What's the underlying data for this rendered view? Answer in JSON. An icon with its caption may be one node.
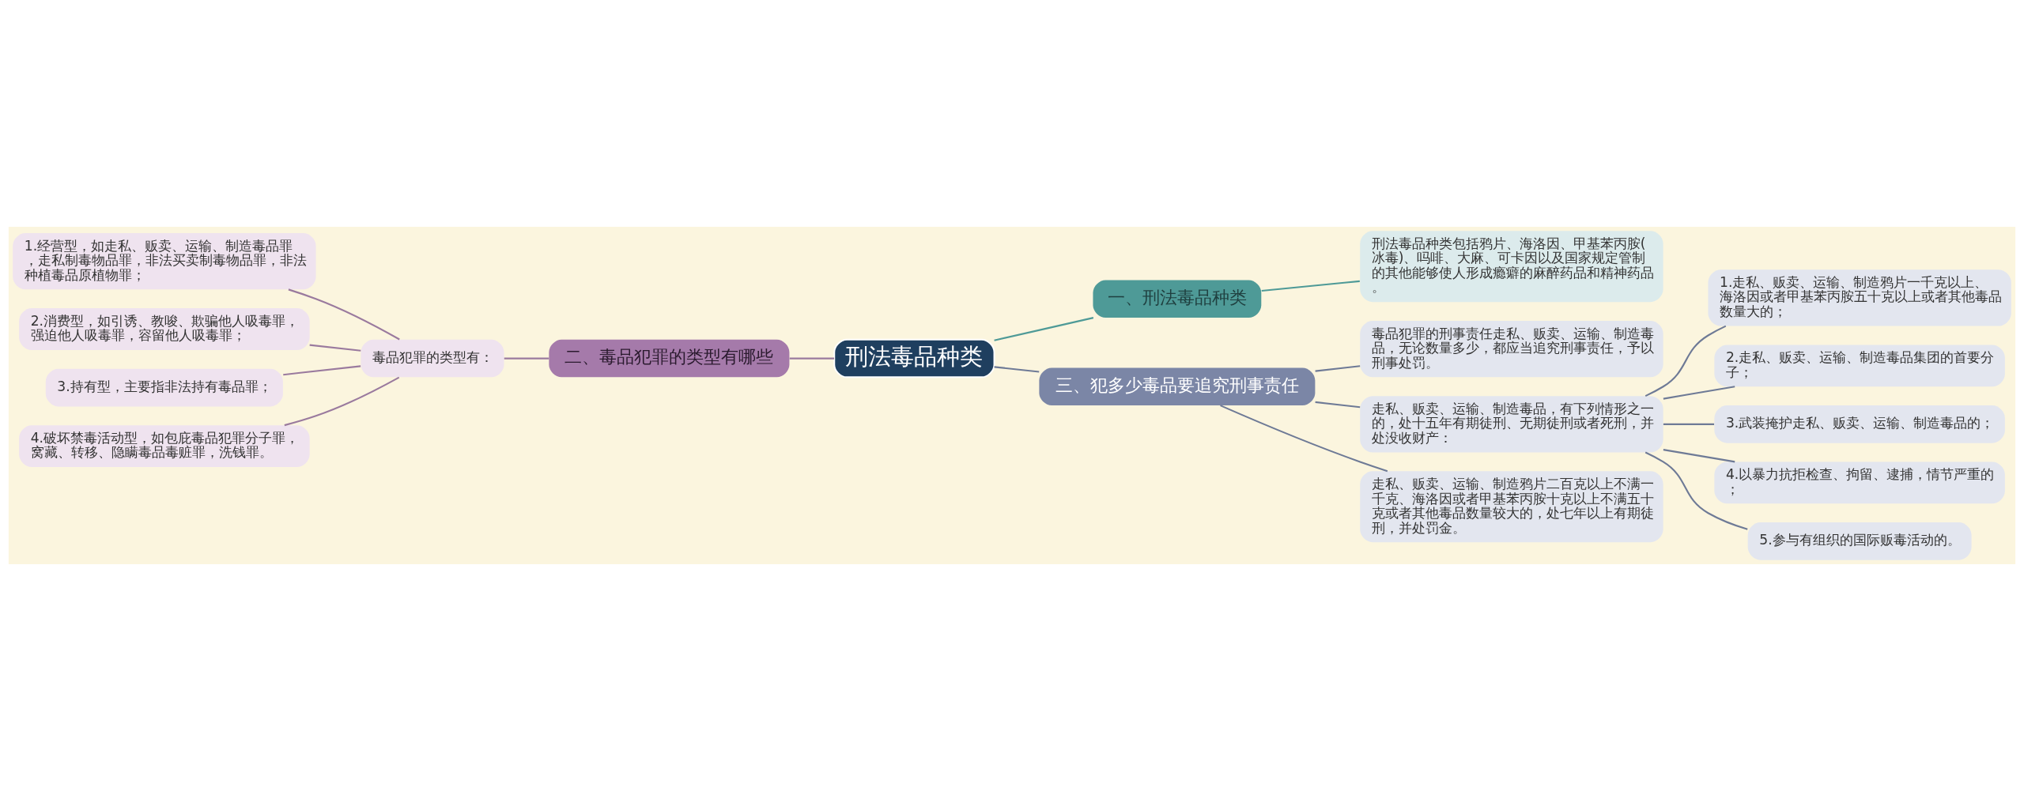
{
  "diagram": {
    "nodes": [
      {
        "text": [
          "刑法毒品种类"
        ]
      },
      {
        "text": [
          "一、刑法毒品种类"
        ]
      },
      {
        "text": [
          "刑法毒品种类包括鸦片、海洛因、甲基苯丙胺(冰毒)、吗啡、大麻、可卡因以及国家规定管制的其他能够使人形成瘾癖的麻醉药品和精神药品。"
        ]
      },
      {
        "text": [
          "三、犯多少毒品要追究刑事责任"
        ]
      },
      {
        "text": [
          "毒品犯罪的刑事责任走私、贩卖、运输、制造毒品，无论数量多少，都应当追究刑事责任，予以刑事处罚。"
        ]
      },
      {
        "text": [
          "走私、贩卖、运输、制造毒品，有下列情形之一的，处十五年有期徒刑、无期徒刑或者死刑，并处没收财产："
        ]
      },
      {
        "text": [
          "1.走私、贩卖、运输、制造鸦片一千克以上、海洛因或者甲基苯丙胺五十克以上或者其他毒品数量大的；"
        ]
      },
      {
        "text": [
          "2.走私、贩卖、运输、制造毒品集团的首要分子；"
        ]
      },
      {
        "text": [
          "3.武装掩护走私、贩卖、运输、制造毒品的；"
        ]
      },
      {
        "text": [
          "4.以暴力抗拒检查、拘留、逮捕，情节严重的；"
        ]
      },
      {
        "text": [
          "5.参与有组织的国际贩毒活动的。"
        ]
      },
      {
        "text": [
          "走私、贩卖、运输、制造鸦片二百克以上不满一千克、海洛因或者甲基苯丙胺十克以上不满五十克或者其他毒品数量较大的，处七年以上有期徒刑，并处罚金。"
        ]
      },
      {
        "text": [
          "二、毒品犯罪的类型有哪些"
        ]
      },
      {
        "text": [
          "毒品犯罪的类型有："
        ]
      },
      {
        "text": [
          "1.经营型，如走私、贩卖、运输、制造毒品罪，走私制毒物品罪，非法买卖制毒物品罪，非法种植毒品原植物罪；"
        ]
      },
      {
        "text": [
          "2.消费型，如引诱、教唆、欺骗他人吸毒罪，强迫他人吸毒罪，容留他人吸毒罪；"
        ]
      },
      {
        "text": [
          "3.持有型，主要指非法持有毒品罪；"
        ]
      },
      {
        "text": [
          "4.破坏禁毒活动型，如包庇毒品犯罪分子罪，窝藏、转移、隐瞒毒品毒赃罪，洗钱罪。"
        ]
      }
    ],
    "edges": [
      {
        "from": 0,
        "to": 1,
        "arrow": "none",
        "color": "#4e9a97"
      },
      {
        "from": 1,
        "to": 2,
        "arrow": "none",
        "color": "#4e9a97"
      },
      {
        "from": 0,
        "to": 3,
        "arrow": "none"
      },
      {
        "from": 3,
        "to": 4,
        "arrow": "none"
      },
      {
        "from": 3,
        "to": 5,
        "arrow": "none"
      },
      {
        "from": 5,
        "to": 6,
        "arrow": "none"
      },
      {
        "from": 5,
        "to": 7,
        "arrow": "none"
      },
      {
        "from": 5,
        "to": 8,
        "arrow": "none"
      },
      {
        "from": 5,
        "to": 9,
        "arrow": "none"
      },
      {
        "from": 5,
        "to": 10,
        "arrow": "none"
      },
      {
        "from": 3,
        "to": 11,
        "arrow": "none"
      },
      {
        "from": 0,
        "to": 12,
        "arrow": "none",
        "color": "#9a7a9e"
      },
      {
        "from": 12,
        "to": 13,
        "arrow": "none",
        "color": "#9a7a9e"
      },
      {
        "from": 13,
        "to": 14,
        "arrow": "none",
        "color": "#9a7a9e"
      },
      {
        "from": 13,
        "to": 15,
        "arrow": "none",
        "color": "#9a7a9e"
      },
      {
        "from": 13,
        "to": 16,
        "arrow": "none",
        "color": "#9a7a9e"
      },
      {
        "from": 13,
        "to": 17,
        "arrow": "none",
        "color": "#9a7a9e"
      }
    ]
  }
}
